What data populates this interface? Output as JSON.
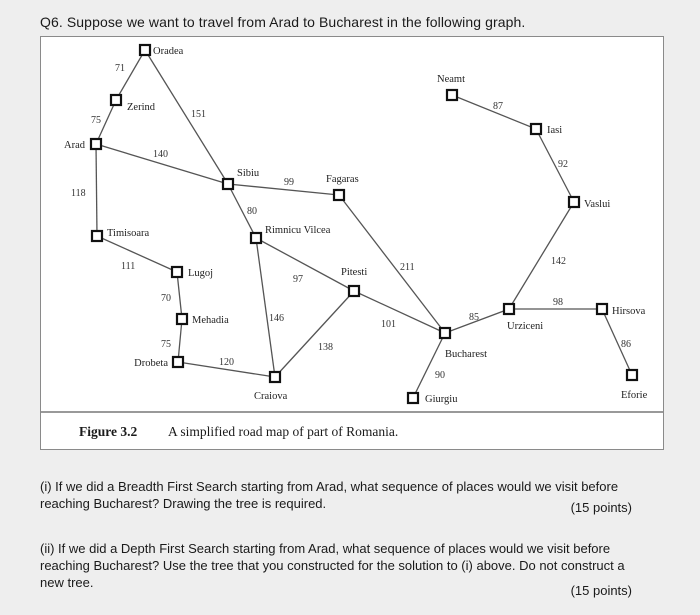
{
  "question": {
    "title": "Q6. Suppose we want to travel from Arad to Bucharest in the following graph."
  },
  "figure": {
    "caption_number": "Figure 3.2",
    "caption_text": "A simplified road map of part of Romania."
  },
  "graph": {
    "nodes": [
      {
        "id": "oradea",
        "label": "Oradea"
      },
      {
        "id": "zerind",
        "label": "Zerind"
      },
      {
        "id": "arad",
        "label": "Arad"
      },
      {
        "id": "timisoara",
        "label": "Timisoara"
      },
      {
        "id": "lugoj",
        "label": "Lugoj"
      },
      {
        "id": "mehadia",
        "label": "Mehadia"
      },
      {
        "id": "drobeta",
        "label": "Drobeta"
      },
      {
        "id": "sibiu",
        "label": "Sibiu"
      },
      {
        "id": "rimnicu",
        "label": "Rimnicu Vilcea"
      },
      {
        "id": "fagaras",
        "label": "Fagaras"
      },
      {
        "id": "pitesti",
        "label": "Pitesti"
      },
      {
        "id": "craiova",
        "label": "Craiova"
      },
      {
        "id": "bucharest",
        "label": "Bucharest"
      },
      {
        "id": "giurgiu",
        "label": "Giurgiu"
      },
      {
        "id": "urziceni",
        "label": "Urziceni"
      },
      {
        "id": "neamt",
        "label": "Neamt"
      },
      {
        "id": "iasi",
        "label": "Iasi"
      },
      {
        "id": "vaslui",
        "label": "Vaslui"
      },
      {
        "id": "hirsova",
        "label": "Hirsova"
      },
      {
        "id": "eforie",
        "label": "Eforie"
      }
    ],
    "edges": [
      {
        "from": "oradea",
        "to": "zerind",
        "distance": "71"
      },
      {
        "from": "zerind",
        "to": "arad",
        "distance": "75"
      },
      {
        "from": "oradea",
        "to": "sibiu",
        "distance": "151"
      },
      {
        "from": "arad",
        "to": "sibiu",
        "distance": "140"
      },
      {
        "from": "arad",
        "to": "timisoara",
        "distance": "118"
      },
      {
        "from": "timisoara",
        "to": "lugoj",
        "distance": "111"
      },
      {
        "from": "lugoj",
        "to": "mehadia",
        "distance": "70"
      },
      {
        "from": "mehadia",
        "to": "drobeta",
        "distance": "75"
      },
      {
        "from": "drobeta",
        "to": "craiova",
        "distance": "120"
      },
      {
        "from": "sibiu",
        "to": "fagaras",
        "distance": "99"
      },
      {
        "from": "sibiu",
        "to": "rimnicu",
        "distance": "80"
      },
      {
        "from": "rimnicu",
        "to": "pitesti",
        "distance": "97"
      },
      {
        "from": "rimnicu",
        "to": "craiova",
        "distance": "146"
      },
      {
        "from": "craiova",
        "to": "pitesti",
        "distance": "138"
      },
      {
        "from": "fagaras",
        "to": "bucharest",
        "distance": "211"
      },
      {
        "from": "pitesti",
        "to": "bucharest",
        "distance": "101"
      },
      {
        "from": "bucharest",
        "to": "giurgiu",
        "distance": "90"
      },
      {
        "from": "bucharest",
        "to": "urziceni",
        "distance": "85"
      },
      {
        "from": "neamt",
        "to": "iasi",
        "distance": "87"
      },
      {
        "from": "iasi",
        "to": "vaslui",
        "distance": "92"
      },
      {
        "from": "vaslui",
        "to": "urziceni",
        "distance": "142"
      },
      {
        "from": "urziceni",
        "to": "hirsova",
        "distance": "98"
      },
      {
        "from": "hirsova",
        "to": "eforie",
        "distance": "86"
      }
    ]
  },
  "parts": [
    {
      "line1": "(i) If we did a Breadth First Search starting from Arad, what sequence of places would we visit before",
      "line2": "reaching Bucharest? Drawing the tree is required.",
      "line3": "",
      "points": "(15 points)"
    },
    {
      "line1": "(ii) If we did a Depth First Search starting from Arad, what sequence of places would we visit before",
      "line2": "reaching Bucharest? Use the tree that you constructed for the solution to (i) above. Do not construct a",
      "line3": "new tree.",
      "points": "(15 points)"
    }
  ]
}
